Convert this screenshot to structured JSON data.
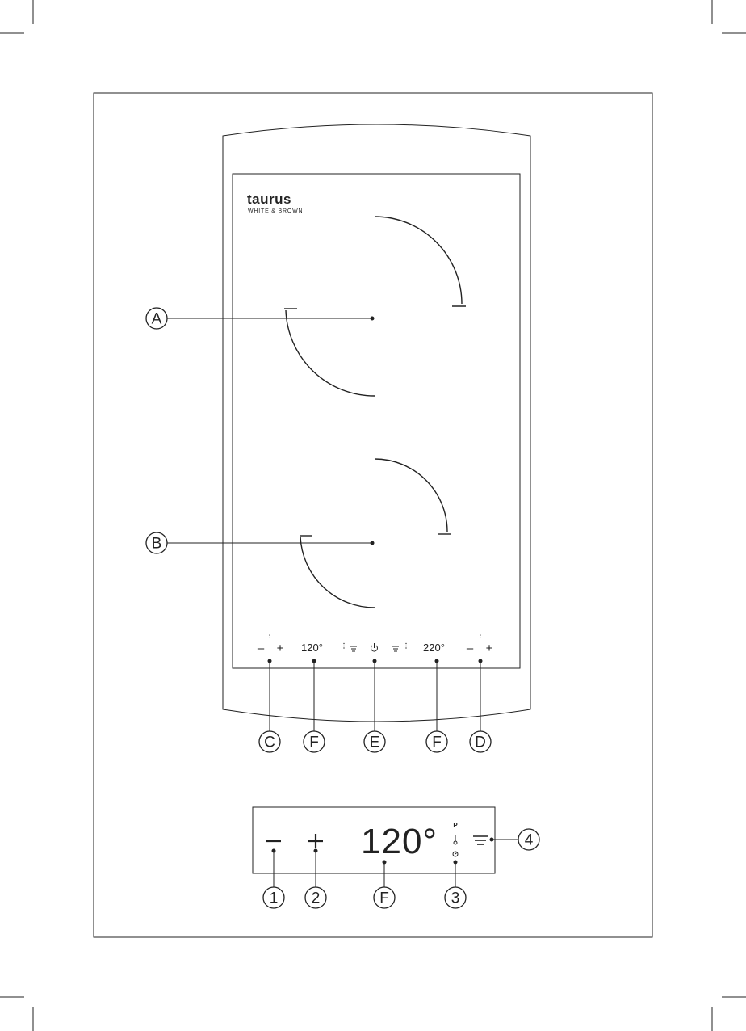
{
  "brand": {
    "name": "taurus",
    "subname": "WHITE & BROWN"
  },
  "panel": {
    "left_display": "120°",
    "right_display": "220°",
    "minus": "–",
    "plus": "+",
    "power": "⏻"
  },
  "detail": {
    "display": "120°",
    "minus": "–",
    "plus": "+",
    "mode_p": "P"
  },
  "callouts": {
    "A": "A",
    "B": "B",
    "C": "C",
    "D": "D",
    "E": "E",
    "F": "F",
    "n1": "1",
    "n2": "2",
    "n3": "3",
    "n4": "4"
  },
  "icons": [
    "power-icon",
    "fan-level-icon",
    "thermometer-icon",
    "clock-icon"
  ]
}
